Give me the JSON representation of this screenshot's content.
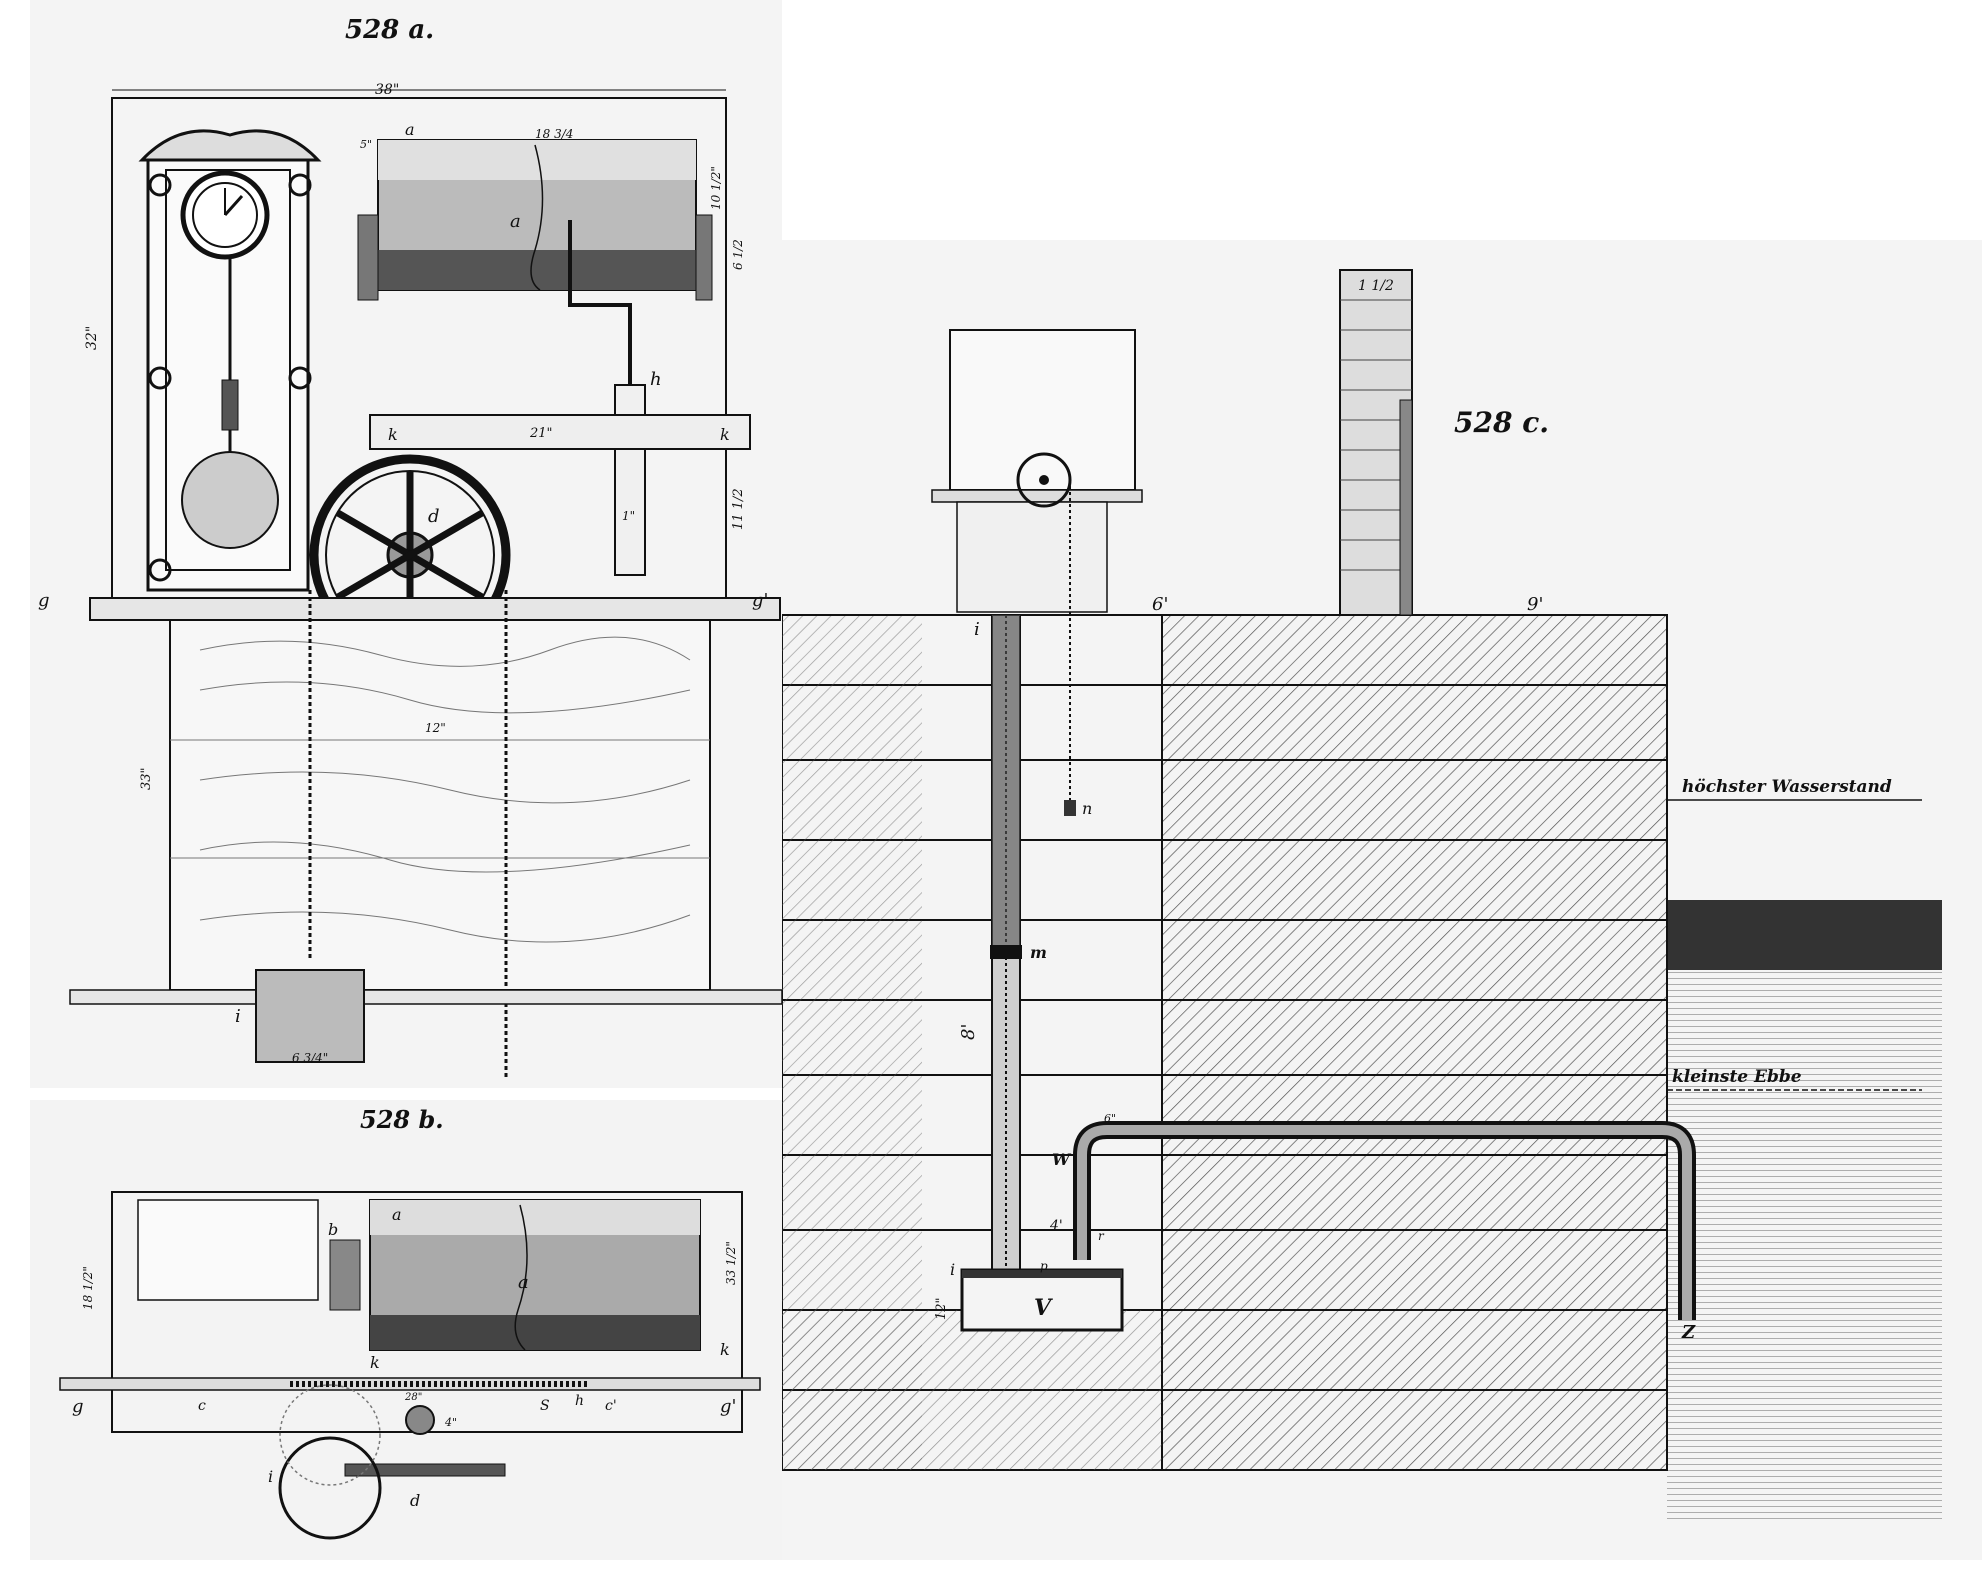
{
  "figures": {
    "a": {
      "title": "528 a.",
      "dims": [
        "38\"",
        "18 3/4",
        "32\"",
        "21\"",
        "11 1/2",
        "12\"",
        "33\"",
        "6 3/4\"",
        "10 1/2\"",
        "6 1/2",
        "5\"",
        "1\""
      ],
      "letters": [
        "a",
        "a",
        "h",
        "k",
        "k",
        "d",
        "g",
        "g'",
        "i"
      ]
    },
    "b": {
      "title": "528 b.",
      "dims": [
        "18 1/2\"",
        "33 1/2\"",
        "28\"",
        "4\""
      ],
      "letters": [
        "a",
        "a",
        "b",
        "k",
        "k",
        "g",
        "g'",
        "c",
        "c'",
        "S",
        "h",
        "i",
        "d"
      ]
    },
    "c": {
      "title": "528 c.",
      "labels": {
        "high_water": "höchster Wasserstand",
        "low_water": "kleinste Ebbe"
      },
      "dims": [
        "1 1/2",
        "6'",
        "9'",
        "8'",
        "12\"",
        "6\"",
        "4'"
      ],
      "letters": [
        "i",
        "n",
        "m",
        "W",
        "i",
        "r",
        "V",
        "p",
        "Z"
      ]
    }
  },
  "colors": {
    "ink": "#111111",
    "paper": "#f4f4f4",
    "water": "#222222"
  }
}
